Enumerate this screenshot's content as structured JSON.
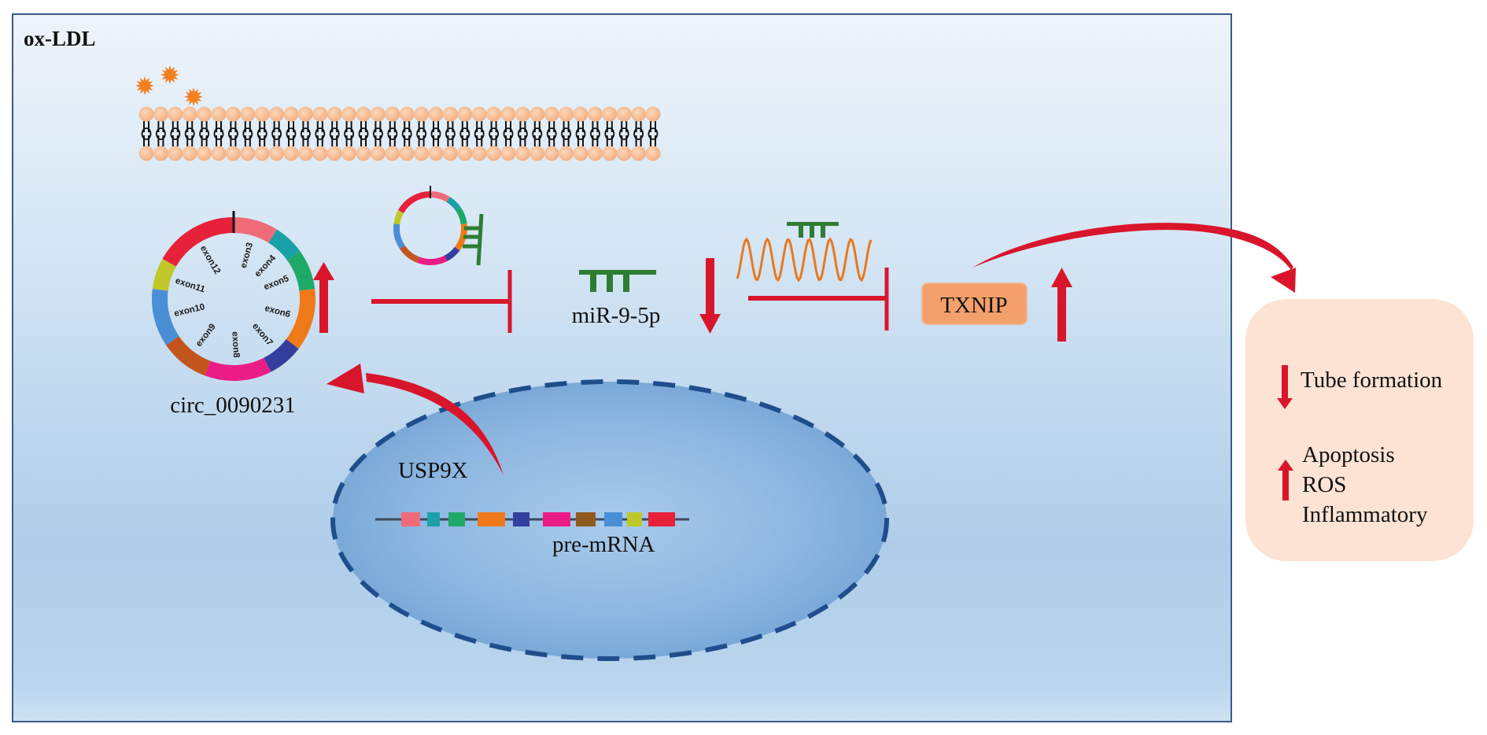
{
  "title_label": "ox-LDL",
  "circ_rna": {
    "label": "circ_0090231",
    "exons": [
      {
        "name": "exon3",
        "color": "#EE6B79"
      },
      {
        "name": "exon4",
        "color": "#1AA0A8"
      },
      {
        "name": "exon5",
        "color": "#1EA968"
      },
      {
        "name": "exon6",
        "color": "#F07A1A"
      },
      {
        "name": "exon7",
        "color": "#343E9C"
      },
      {
        "name": "exon8",
        "color": "#EC1C86"
      },
      {
        "name": "exon9",
        "color": "#C4541E"
      },
      {
        "name": "exon10",
        "color": "#4A8FD6"
      },
      {
        "name": "exon11",
        "color": "#BFC828"
      },
      {
        "name": "exon12",
        "color": "#E8213A"
      }
    ],
    "trend": "up"
  },
  "mirna": {
    "label": "miR-9-5p",
    "trend": "down"
  },
  "target": {
    "label": "TXNIP",
    "trend": "up",
    "box_color": "#F4A06A"
  },
  "nucleus": {
    "gene_label": "USP9X",
    "transcript_label": "pre-mRNA",
    "pre_mrna_exon_colors": [
      "#EE6B79",
      "#1AA0A8",
      "#1EA968",
      "#F07A1A",
      "#343E9C",
      "#EC1C86",
      "#8E5A1E",
      "#4A8FD6",
      "#BFC828",
      "#E8213A"
    ]
  },
  "outcomes": {
    "decreased": [
      "Tube formation"
    ],
    "increased": [
      "Apoptosis",
      "ROS",
      "Inflammatory"
    ]
  },
  "colors": {
    "arrow_red": "#D9152B",
    "mirna_green": "#2E7D32",
    "mrna_wave": "#E9781E",
    "nucleus_dash": "#1F4E8C",
    "membrane_head": "#F6C39C",
    "outcome_panel": "#FCE3D3"
  }
}
